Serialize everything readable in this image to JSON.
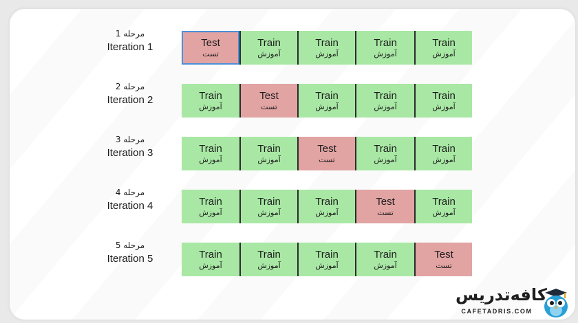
{
  "iterations": [
    {
      "fa": "مرحله 1",
      "en": "Iteration 1",
      "test_index": 0
    },
    {
      "fa": "مرحله 2",
      "en": "Iteration 2",
      "test_index": 1
    },
    {
      "fa": "مرحله 3",
      "en": "Iteration 3",
      "test_index": 2
    },
    {
      "fa": "مرحله 4",
      "en": "Iteration 4",
      "test_index": 3
    },
    {
      "fa": "مرحله 5",
      "en": "Iteration 5",
      "test_index": 4
    }
  ],
  "cell_labels": {
    "train": {
      "en": "Train",
      "fa": "آموزش"
    },
    "test": {
      "en": "Test",
      "fa": "تست"
    }
  },
  "fold_count": 5,
  "colors": {
    "train": "#a8e8a4",
    "test": "#e2a3a3",
    "divider": "#2b2b2b"
  },
  "brand": {
    "name": "کافه‌تدریس",
    "url": "CAFETADRIS.COM"
  }
}
